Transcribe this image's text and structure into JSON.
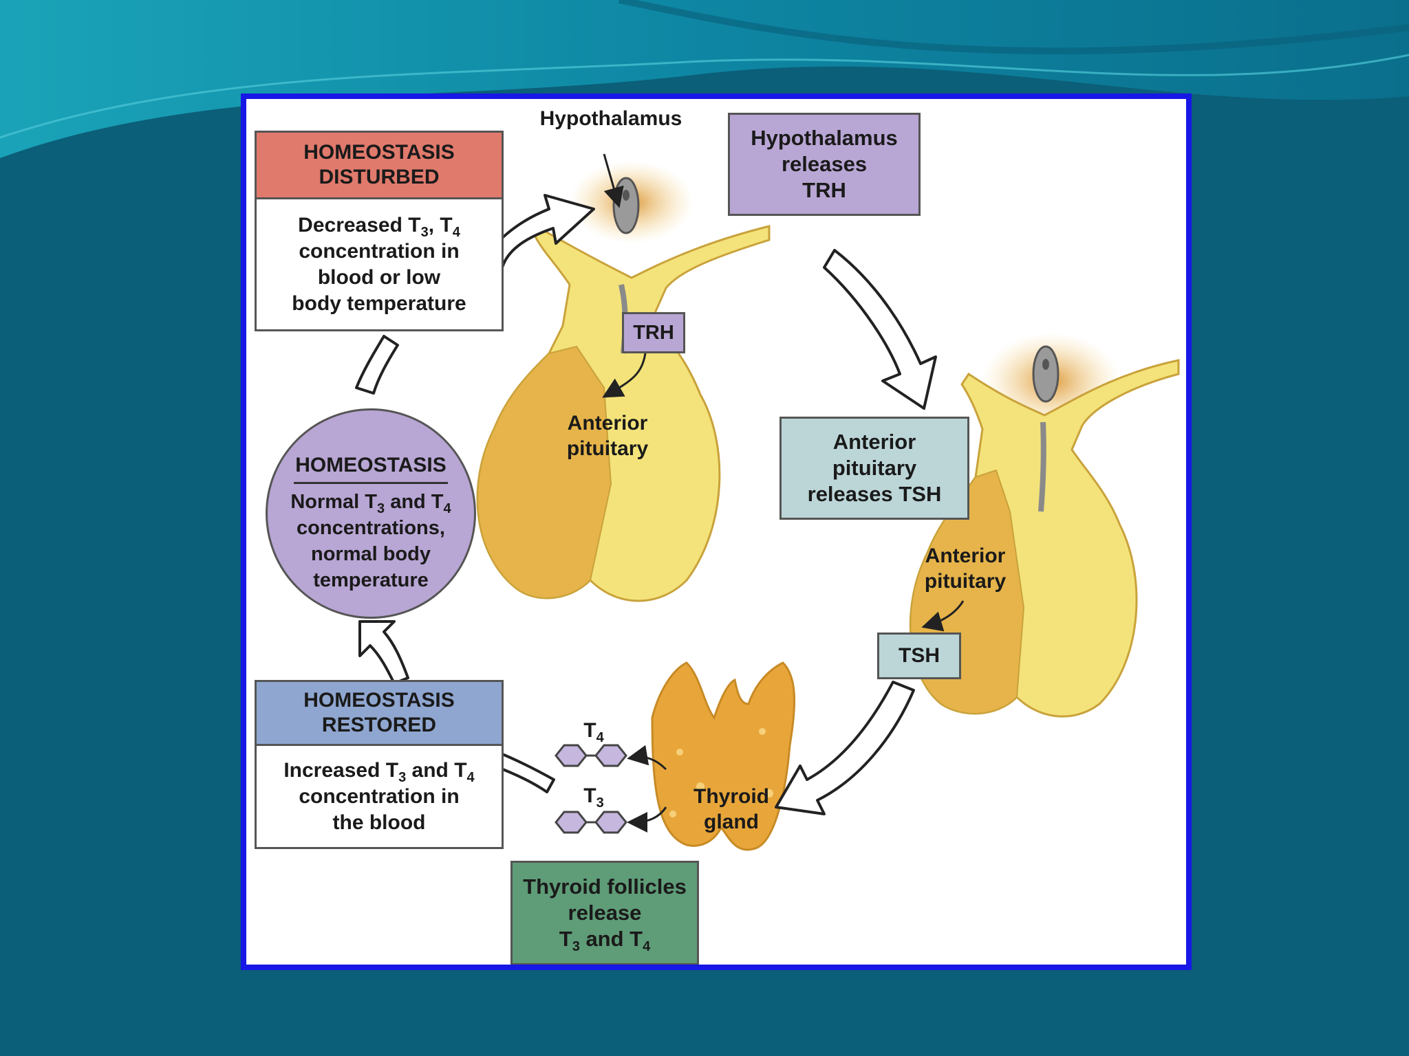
{
  "diagram": {
    "hypothalamus_label": "Hypothalamus",
    "step_hypothalamus_release": [
      "Hypothalamus",
      "releases",
      "TRH"
    ],
    "trh_tag": "TRH",
    "anterior_pituitary_top": [
      "Anterior",
      "pituitary"
    ],
    "step_pituitary_release": [
      "Anterior",
      "pituitary",
      "releases TSH"
    ],
    "anterior_pituitary_right": [
      "Anterior",
      "pituitary"
    ],
    "tsh_tag": "TSH",
    "thyroid_label": [
      "Thyroid",
      "gland"
    ],
    "t4_label": "T",
    "t4_sub": "4",
    "t3_label": "T",
    "t3_sub": "3",
    "step_thyroid_release": {
      "line1": "Thyroid follicles",
      "line2": "release",
      "line3_a": "T",
      "line3_s1": "3",
      "line3_b": " and T",
      "line3_s2": "4"
    },
    "disturbed": {
      "title": [
        "HOMEOSTASIS",
        "DISTURBED"
      ],
      "l1_a": "Decreased T",
      "l1_s1": "3",
      "l1_b": ", T",
      "l1_s2": "4",
      "l2": "concentration in",
      "l3": "blood or low",
      "l4": "body temperature"
    },
    "homeostasis": {
      "title": "HOMEOSTASIS",
      "l1_a": "Normal T",
      "l1_s1": "3",
      "l1_b": " and T",
      "l1_s2": "4",
      "l2": "concentrations,",
      "l3": "normal body",
      "l4": "temperature"
    },
    "restored": {
      "title": [
        "HOMEOSTASIS",
        "RESTORED"
      ],
      "l1_a": "Increased T",
      "l1_s1": "3",
      "l1_b": " and T",
      "l1_s2": "4",
      "l2": "concentration in",
      "l3": "the blood"
    },
    "colors": {
      "background": "#0b5f78",
      "panel_border": "#1717e6",
      "disturbed_header": "#e07a6c",
      "hypothalamus_box": "#b8a6d4",
      "homeostasis_circle": "#b8a6d4",
      "pituitary_box": "#bcd6d8",
      "tsh_tag": "#bcd6d8",
      "restored_header": "#8fa6d0",
      "thyroid_box": "#5f9c78",
      "gland_yellow": "#f3e37a",
      "gland_orange": "#e6b44a"
    }
  }
}
